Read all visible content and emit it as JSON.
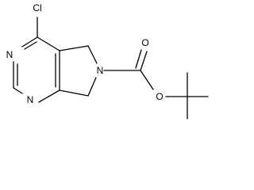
{
  "structure": {
    "atoms": {
      "chlorine": "Cl",
      "ring_nitrogen_top": "N",
      "ring_nitrogen_bottom": "N",
      "pyrroline_nitrogen": "N",
      "carbonyl_oxygen": "O",
      "ester_oxygen": "O"
    }
  },
  "colors": {
    "ink": "#000000",
    "background": "#ffffff"
  }
}
